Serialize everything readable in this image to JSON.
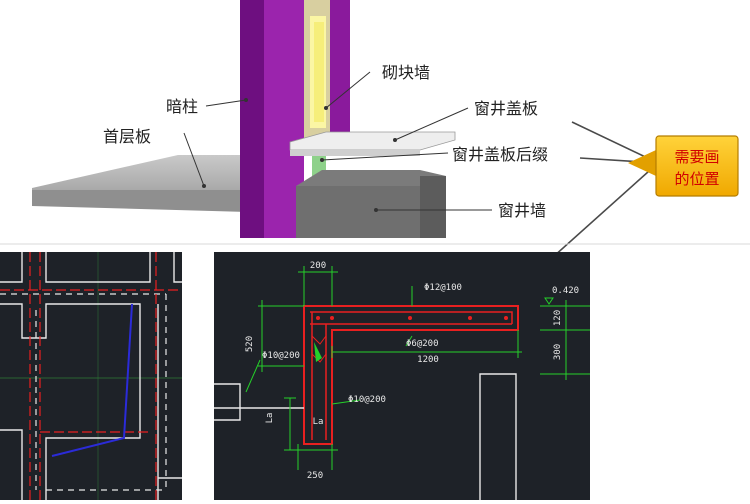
{
  "labels": {
    "masonry_wall": "砌块墙",
    "hidden_column": "暗柱",
    "window_well_cover": "窗井盖板",
    "first_floor_slab": "首层板",
    "cover_post_pour": "窗井盖板后缀",
    "window_well_wall": "窗井墙"
  },
  "callout": {
    "line1": "需要画",
    "line2": "的位置"
  },
  "cad_section": {
    "dim_200": "200",
    "rebar_top": "Φ12@100",
    "rebar_dist": "Φ6@200",
    "dim_1200": "1200",
    "dim_520": "520",
    "rebar_wall": "Φ10@200",
    "rebar_wall2": "Φ10@200",
    "elevation": "0.420",
    "dim_120": "120",
    "dim_300": "300",
    "la_side": "La",
    "la_inner": "La",
    "dim_250": "250"
  },
  "colors": {
    "purple_column": "#8a1a9c",
    "callout_fill": "#f5b400",
    "callout_text": "#d10000",
    "cad_background": "#1e2228",
    "cad_green": "#25d02a",
    "cad_red": "#e82020"
  }
}
